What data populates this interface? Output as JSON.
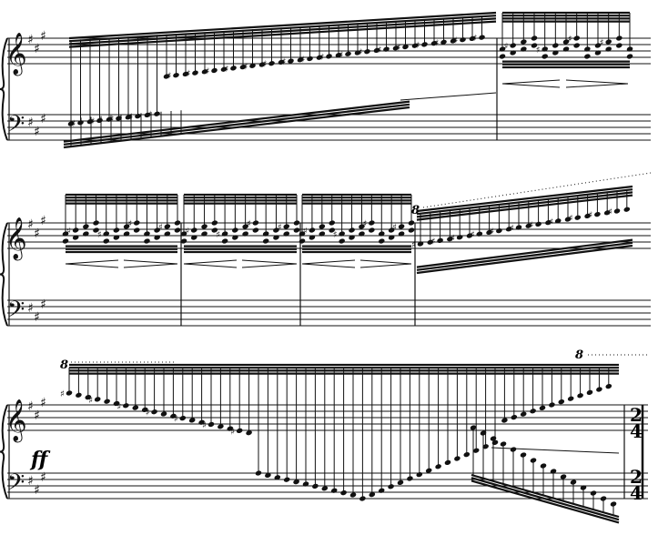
{
  "document": {
    "kind": "engraved piano score excerpt",
    "key_signature": "three sharps",
    "clefs": [
      "treble-clef",
      "bass-clef"
    ],
    "octave_mark": "8",
    "dynamic": "ff",
    "time_signature": {
      "numerator": "2",
      "denominator": "4"
    },
    "systems": [
      {
        "id": "system-1",
        "content": "ascending sixteenth-note run passing from bass to treble, then repeated figure with hairpins"
      },
      {
        "id": "system-2",
        "content": "three repeated beamed figures with hairpins, then ascending run under octave line"
      },
      {
        "id": "system-3",
        "content": "descending then ascending run across both staves, fortissimo, ending with 2/4 time signature"
      }
    ]
  }
}
